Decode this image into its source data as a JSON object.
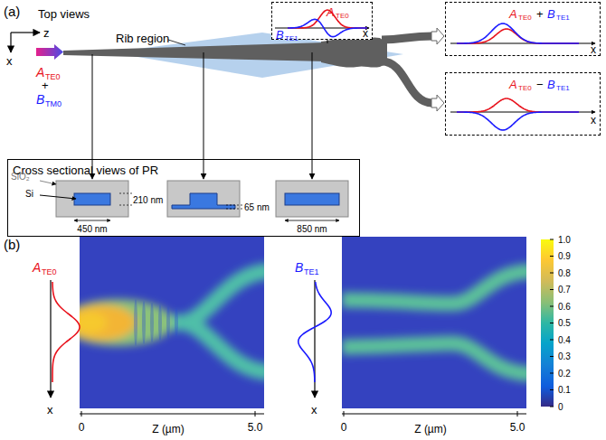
{
  "diagram": {
    "nodes": [
      {
        "text": [
          "Cross sectional views of PR"
        ]
      },
      {
        "text": [
          "A",
          "TE0",
          "B",
          "TE1",
          "x"
        ]
      },
      {
        "text": [
          "A",
          "TE0",
          "+",
          "B",
          "TE1",
          "x"
        ]
      },
      {
        "text": [
          "A",
          "TE0",
          "−",
          "B",
          "TE1",
          "x"
        ]
      }
    ],
    "labels": [
      "(a)",
      "Top views",
      "z",
      "x",
      "Rib region",
      "A",
      "TE0",
      "+",
      "B",
      "TM0",
      "SiO₂",
      "Si",
      "210 nm",
      "450 nm",
      "65 nm",
      "850 nm",
      "(b)",
      "A",
      "TE0",
      "x",
      "0",
      "Z (µm)",
      "5.0",
      "B",
      "TE1",
      "x",
      "0",
      "Z (µm)",
      "5.0",
      "1.0",
      "0.9",
      "0.8",
      "0.7",
      "0.6",
      "0.5",
      "0.4",
      "0.3",
      "0.2",
      "0.1",
      "0"
    ]
  }
}
